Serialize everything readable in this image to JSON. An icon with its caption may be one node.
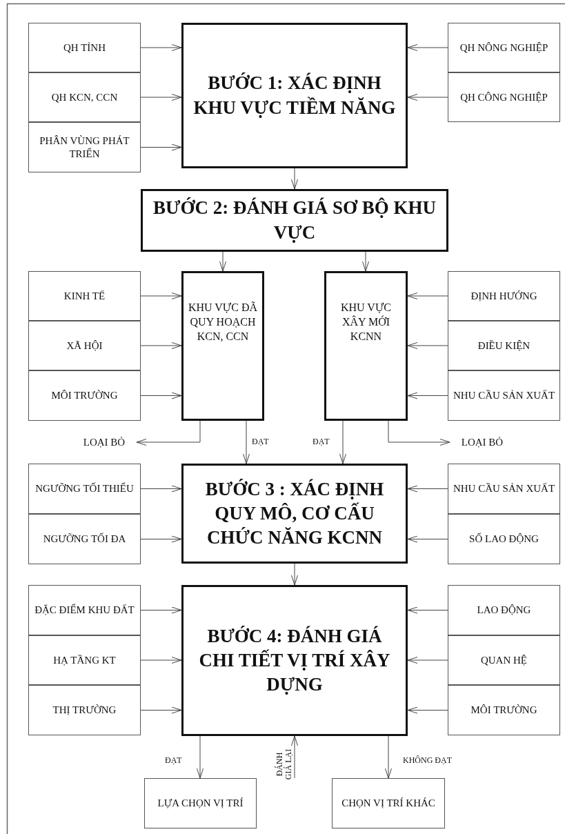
{
  "diagram": {
    "nodes": [
      {
        "text": [
          "QH TỈNH"
        ]
      },
      {
        "text": [
          "QH KCN, CCN"
        ]
      },
      {
        "text": [
          "PHÂN VÙNG PHÁT TRIỂN"
        ]
      },
      {
        "text": [
          "BƯỚC 1: XÁC ĐỊNH KHU VỰC TIỀM NĂNG"
        ]
      },
      {
        "text": [
          "QH NÔNG NGHIỆP"
        ]
      },
      {
        "text": [
          "QH CÔNG NGHIỆP"
        ]
      },
      {
        "text": [
          "BƯỚC 2: ĐÁNH GIÁ SƠ BỘ KHU VỰC"
        ]
      },
      {
        "text": [
          "KINH TẾ"
        ]
      },
      {
        "text": [
          "XÃ HỘI"
        ]
      },
      {
        "text": [
          "MÔI TRƯỜNG"
        ]
      },
      {
        "text": [
          "KHU VỰC ĐÃ QUY HOẠCH KCN, CCN"
        ]
      },
      {
        "text": [
          "KHU VỰC XÂY MỚI KCNN"
        ]
      },
      {
        "text": [
          "ĐỊNH HƯỚNG"
        ]
      },
      {
        "text": [
          "ĐIỀU KIỆN"
        ]
      },
      {
        "text": [
          "NHU CẦU SẢN XUẤT"
        ]
      },
      {
        "text": [
          "LOẠI BỎ"
        ]
      },
      {
        "text": [
          "LOẠI BỎ"
        ]
      },
      {
        "text": [
          "NGƯỠNG TỐI THIỂU"
        ]
      },
      {
        "text": [
          "NGƯỠNG TỐI ĐA"
        ]
      },
      {
        "text": [
          "BƯỚC 3 : XÁC ĐỊNH QUY MÔ, CƠ CẤU CHỨC NĂNG KCNN"
        ]
      },
      {
        "text": [
          "NHU CẦU SẢN XUẤT"
        ]
      },
      {
        "text": [
          "SỐ LAO ĐỘNG"
        ]
      },
      {
        "text": [
          "ĐẶC ĐIỂM KHU ĐẤT"
        ]
      },
      {
        "text": [
          "HẠ TẦNG KT"
        ]
      },
      {
        "text": [
          "THỊ TRƯỜNG"
        ]
      },
      {
        "text": [
          "BƯỚC 4: ĐÁNH GIÁ CHI TIẾT VỊ TRÍ XÂY DỰNG"
        ]
      },
      {
        "text": [
          "LAO ĐỘNG"
        ]
      },
      {
        "text": [
          "QUAN HỆ"
        ]
      },
      {
        "text": [
          "MÔI TRƯỜNG"
        ]
      },
      {
        "text": [
          "LỰA CHỌN VỊ TRÍ"
        ]
      },
      {
        "text": [
          "CHỌN VỊ TRÍ KHÁC"
        ]
      }
    ],
    "edges": [
      {
        "from": 0,
        "to": 3,
        "arrow": "to"
      },
      {
        "from": 1,
        "to": 3,
        "arrow": "to"
      },
      {
        "from": 2,
        "to": 3,
        "arrow": "to"
      },
      {
        "from": 4,
        "to": 3,
        "arrow": "to"
      },
      {
        "from": 5,
        "to": 3,
        "arrow": "to"
      },
      {
        "from": 3,
        "to": 6,
        "arrow": "to"
      },
      {
        "from": 6,
        "to": 10,
        "arrow": "to"
      },
      {
        "from": 6,
        "to": 11,
        "arrow": "to"
      },
      {
        "from": 7,
        "to": 10,
        "arrow": "to"
      },
      {
        "from": 8,
        "to": 10,
        "arrow": "to"
      },
      {
        "from": 9,
        "to": 10,
        "arrow": "to"
      },
      {
        "from": 12,
        "to": 11,
        "arrow": "to"
      },
      {
        "from": 13,
        "to": 11,
        "arrow": "to"
      },
      {
        "from": 14,
        "to": 11,
        "arrow": "to"
      },
      {
        "from": 10,
        "to": 15,
        "arrow": "to"
      },
      {
        "from": 11,
        "to": 16,
        "arrow": "to"
      },
      {
        "from": 10,
        "to": 19,
        "arrow": "to",
        "label": "ĐẠT"
      },
      {
        "from": 11,
        "to": 19,
        "arrow": "to",
        "label": "ĐẠT"
      },
      {
        "from": 17,
        "to": 19,
        "arrow": "to"
      },
      {
        "from": 18,
        "to": 19,
        "arrow": "to"
      },
      {
        "from": 20,
        "to": 19,
        "arrow": "to"
      },
      {
        "from": 21,
        "to": 19,
        "arrow": "to"
      },
      {
        "from": 19,
        "to": 25,
        "arrow": "to"
      },
      {
        "from": 22,
        "to": 25,
        "arrow": "to"
      },
      {
        "from": 23,
        "to": 25,
        "arrow": "to"
      },
      {
        "from": 24,
        "to": 25,
        "arrow": "to"
      },
      {
        "from": 26,
        "to": 25,
        "arrow": "to"
      },
      {
        "from": 27,
        "to": 25,
        "arrow": "to"
      },
      {
        "from": 28,
        "to": 25,
        "arrow": "to"
      },
      {
        "from": 25,
        "to": 29,
        "arrow": "to",
        "label": "ĐẠT"
      },
      {
        "from": 25,
        "to": 30,
        "arrow": "to",
        "label": "KHÔNG ĐẠT"
      },
      {
        "from": 30,
        "to": 25,
        "arrow": "to",
        "label": "ĐÁNH GIÁ LẠI"
      }
    ]
  }
}
